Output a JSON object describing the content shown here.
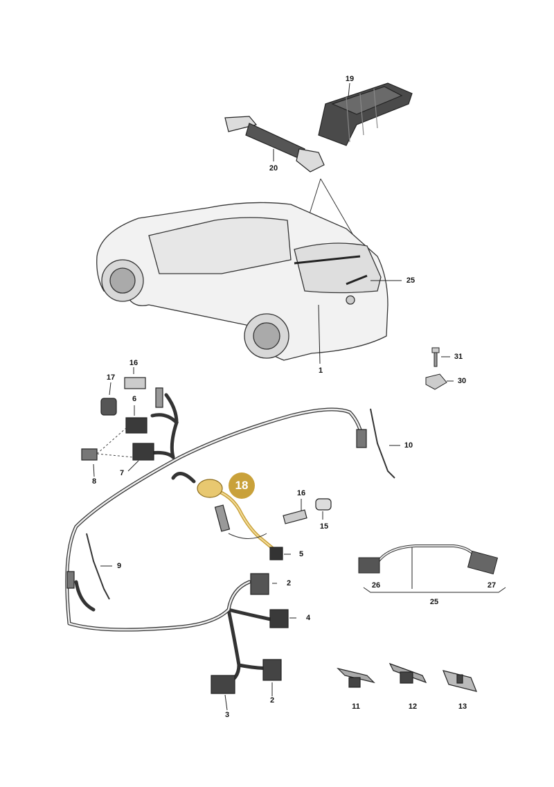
{
  "diagram": {
    "highlight": {
      "label": "18",
      "color": "#c9a13a"
    },
    "part_labels": [
      {
        "id": "p19",
        "text": "19"
      },
      {
        "id": "p20",
        "text": "20"
      },
      {
        "id": "p25a",
        "text": "25"
      },
      {
        "id": "p1",
        "text": "1"
      },
      {
        "id": "p31",
        "text": "31"
      },
      {
        "id": "p30",
        "text": "30"
      },
      {
        "id": "p16a",
        "text": "16"
      },
      {
        "id": "p17",
        "text": "17"
      },
      {
        "id": "p6",
        "text": "6"
      },
      {
        "id": "p10",
        "text": "10"
      },
      {
        "id": "p8",
        "text": "8"
      },
      {
        "id": "p7",
        "text": "7"
      },
      {
        "id": "p16b",
        "text": "16"
      },
      {
        "id": "p15",
        "text": "15"
      },
      {
        "id": "p5",
        "text": "5"
      },
      {
        "id": "p9",
        "text": "9"
      },
      {
        "id": "p2a",
        "text": "2"
      },
      {
        "id": "p4",
        "text": "4"
      },
      {
        "id": "p26",
        "text": "26"
      },
      {
        "id": "p27",
        "text": "27"
      },
      {
        "id": "p25b",
        "text": "25"
      },
      {
        "id": "p3",
        "text": "3"
      },
      {
        "id": "p2b",
        "text": "2"
      },
      {
        "id": "p11",
        "text": "11"
      },
      {
        "id": "p12",
        "text": "12"
      },
      {
        "id": "p13",
        "text": "13"
      }
    ]
  }
}
